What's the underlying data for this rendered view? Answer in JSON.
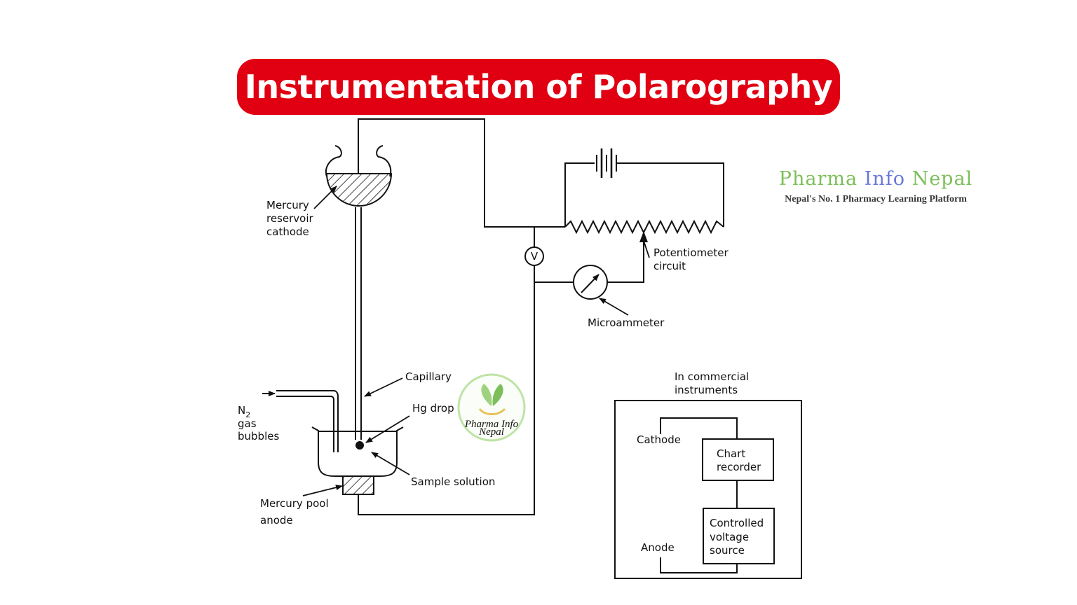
{
  "title": "Instrumentation of Polarography",
  "brand": {
    "name_part1": "Pharma",
    "name_part2": "Info",
    "name_part3": "Nepal",
    "tagline": "Nepal's No. 1 Pharmacy Learning Platform"
  },
  "watermark": {
    "line1": "Pharma Info",
    "line2": "Nepal"
  },
  "labels": {
    "mercury_reservoir": [
      "Mercury",
      "reservoir",
      "cathode"
    ],
    "voltmeter": "V",
    "potentiometer": [
      "Potentiometer",
      "circuit"
    ],
    "microammeter": "Microammeter",
    "capillary": "Capillary",
    "hg_drop": "Hg drop",
    "n2_main": "N",
    "n2_sub": "2",
    "gas_bubbles": [
      "gas",
      "bubbles"
    ],
    "sample_solution": "Sample solution",
    "mercury_pool": [
      "Mercury pool",
      "anode"
    ]
  },
  "inset": {
    "heading": [
      "In commercial",
      "instruments"
    ],
    "cathode": "Cathode",
    "anode": "Anode",
    "chart_recorder": [
      "Chart",
      "recorder"
    ],
    "voltage_source": [
      "Controlled",
      "voltage",
      "source"
    ]
  },
  "colors": {
    "banner": "#e00012",
    "line": "#111111",
    "brand_green": "#7cbf5a",
    "brand_blue": "#6a78d6"
  }
}
